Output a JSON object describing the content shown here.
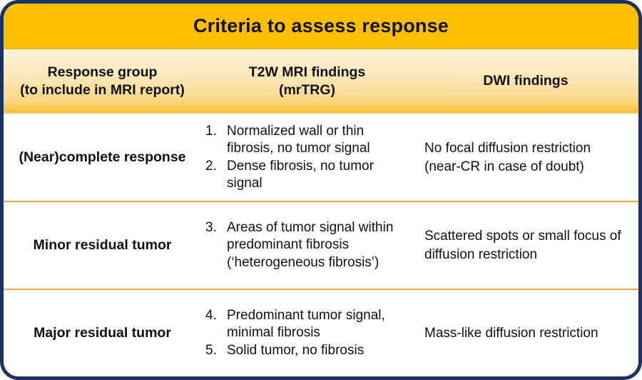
{
  "table": {
    "title": "Criteria to assess response",
    "accent_color": "#ffbf00",
    "border_color": "#1b3263",
    "row_divider_color": "#e8a44c",
    "columns": [
      {
        "line1": "Response group",
        "line2": "(to include in MRI report)"
      },
      {
        "line1": "T2W MRI findings",
        "line2": "(mrTRG)"
      },
      {
        "line1": "DWI findings",
        "line2": ""
      }
    ],
    "rows": [
      {
        "group": "(Near)complete response",
        "t2w_items": [
          {
            "num": "1.",
            "text": "Normalized wall or  thin fibrosis, no tumor signal"
          },
          {
            "num": "2.",
            "text": "Dense fibrosis, no tumor signal"
          }
        ],
        "dwi_line1": "No focal diffusion restriction",
        "dwi_line2": "(near-CR in case of  doubt)"
      },
      {
        "group": "Minor residual tumor",
        "t2w_items": [
          {
            "num": "3.",
            "text": "Areas of tumor signal within predominant fibrosis (‘heterogeneous fibrosis’)"
          }
        ],
        "dwi_line1": "Scattered spots or small focus of",
        "dwi_line2": "diffusion restriction"
      },
      {
        "group": "Major residual tumor",
        "t2w_items": [
          {
            "num": "4.",
            "text": "Predominant tumor signal, minimal fibrosis"
          },
          {
            "num": "5.",
            "text": "Solid tumor, no fibrosis"
          }
        ],
        "dwi_line1": "Mass-like diffusion restriction",
        "dwi_line2": ""
      }
    ]
  }
}
